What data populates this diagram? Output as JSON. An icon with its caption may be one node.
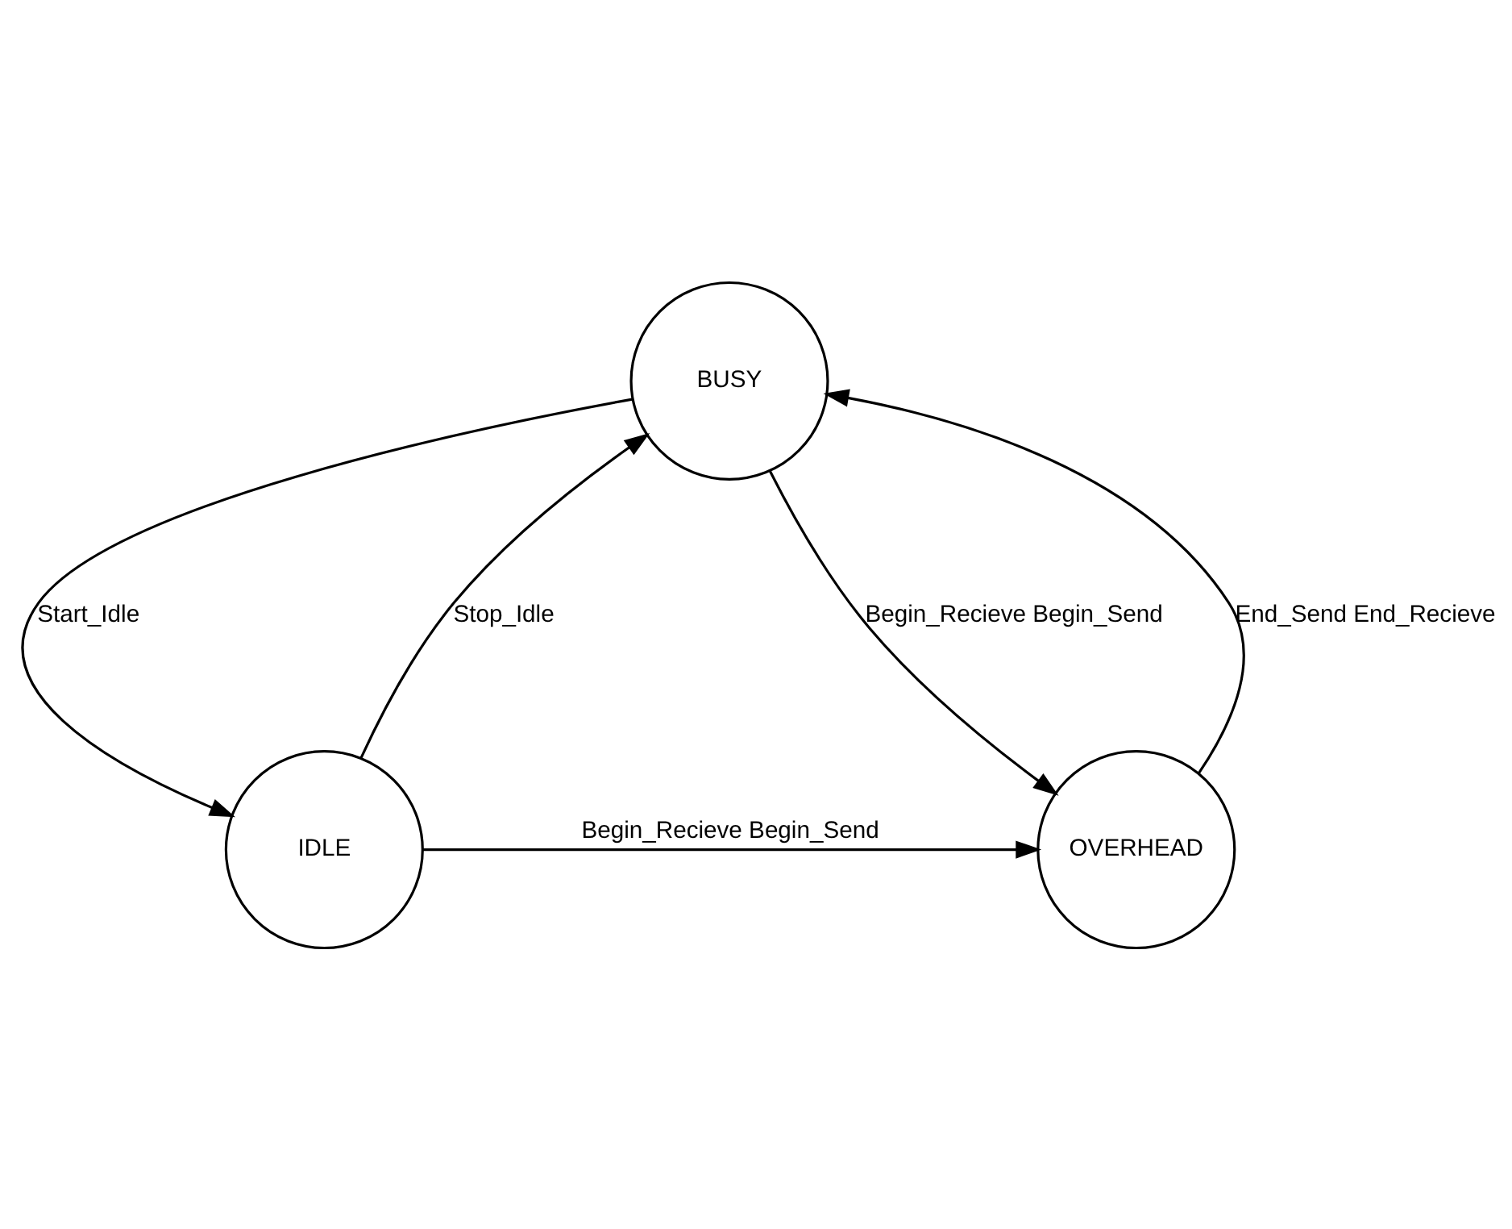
{
  "diagram": {
    "nodes": [
      {
        "text": [
          "BUSY"
        ]
      },
      {
        "text": [
          "OVERHEAD"
        ]
      },
      {
        "text": [
          "IDLE"
        ]
      }
    ],
    "edges": [
      {
        "from": 0,
        "to": 1,
        "arrow": "to",
        "label": "Begin_Recieve Begin_Send"
      },
      {
        "from": 1,
        "to": 0,
        "arrow": "to",
        "label": "End_Send End_Recieve"
      },
      {
        "from": 0,
        "to": 2,
        "arrow": "to",
        "label": "Start_Idle"
      },
      {
        "from": 2,
        "to": 0,
        "arrow": "to",
        "label": "Stop_Idle"
      },
      {
        "from": 2,
        "to": 1,
        "arrow": "to",
        "label": "Begin_Recieve Begin_Send"
      }
    ]
  }
}
